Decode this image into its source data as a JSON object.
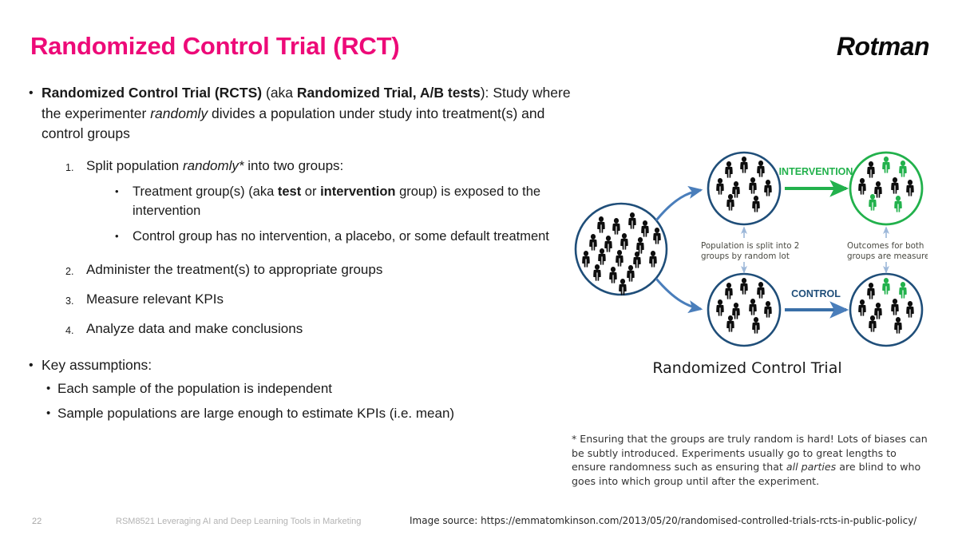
{
  "header": {
    "title": "Randomized Control Trial (RCT)",
    "logo": "Rotman",
    "title_color": "#ED0A78"
  },
  "content": {
    "intro": {
      "bullet": "•",
      "bold_lead": "Randomized Control Trial (RCTS)",
      "aka_open": " (aka ",
      "bold_aka": "Randomized Trial, A/B tests",
      "aka_close": "):",
      "rest_1": "Study where the experimenter ",
      "italic_1": "randomly",
      "rest_2": " divides a population under study into treatment(s) and control groups"
    },
    "steps": [
      {
        "num": "1.",
        "pre": "Split population ",
        "italic": "randomly*",
        "post": " into two groups:",
        "subs": [
          {
            "bullet": "•",
            "pre": "Treatment group(s) (aka ",
            "bold_1": "test",
            "mid": " or ",
            "bold_2": "intervention",
            "post": " group) is exposed to the intervention"
          },
          {
            "bullet": "•",
            "pre": "Control group has no intervention, a placebo, or some default treatment",
            "bold_1": "",
            "mid": "",
            "bold_2": "",
            "post": ""
          }
        ]
      },
      {
        "num": "2.",
        "pre": "Administer the treatment(s) to appropriate groups",
        "italic": "",
        "post": "",
        "subs": []
      },
      {
        "num": "3.",
        "pre": "Measure relevant KPIs",
        "italic": "",
        "post": "",
        "subs": []
      },
      {
        "num": "4.",
        "pre": "Analyze data and make conclusions",
        "italic": "",
        "post": "",
        "subs": []
      }
    ],
    "key_assumptions": {
      "bullet": "•",
      "heading": "Key assumptions:",
      "items": [
        {
          "bullet": "•",
          "text": "Each sample of the population is independent"
        },
        {
          "bullet": "•",
          "text": "Sample populations are large enough to estimate KPIs (i.e. mean)"
        }
      ]
    }
  },
  "diagram": {
    "caption": "Randomized Control Trial",
    "intervention_label": "INTERVENTION",
    "control_label": "CONTROL",
    "note_split_line1": "Population  is split into 2",
    "note_split_line2": "groups by random lot",
    "note_outcome_line1": "Outcomes for both",
    "note_outcome_line2": "groups are measured",
    "colors": {
      "circle_blue": "#1F4E79",
      "arrow_blue": "#4A7EBB",
      "green": "#22B14C",
      "figure_black": "#0d0d0d",
      "note_text": "#4a4a42"
    },
    "population_figure_count": 18,
    "treatment_figure_count": 9,
    "control_figure_count": 9,
    "treatment_outcome_green_count": 4,
    "control_outcome_green_count": 2
  },
  "footnote": {
    "pre": "* Ensuring that the groups are truly random is hard! Lots of biases can be subtly introduced. Experiments usually go to great lengths to ensure randomness such as ensuring that ",
    "italic": "all parties",
    "post": " are blind to who goes into which group until after the experiment."
  },
  "footer": {
    "page_number": "22",
    "course": "RSM8521 Leveraging AI and Deep Learning Tools in Marketing",
    "image_source": "Image source: https://emmatomkinson.com/2013/05/20/randomised-controlled-trials-rcts-in-public-policy/"
  }
}
